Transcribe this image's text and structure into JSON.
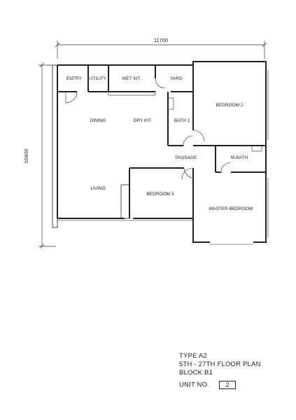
{
  "dimensions": {
    "width": "11700",
    "height": "10400"
  },
  "rooms": {
    "entry": "ENTRY",
    "utility": "UTILITY",
    "wet_kitchen": "WET KIT.",
    "yard": "YARD",
    "bedroom_2": "BEDROOM 2",
    "dining": "DINING",
    "dry_kitchen": "DRY KIT.",
    "bath_1": "BATH 1",
    "passage": "PASSAGE",
    "master_bath": "M.BATH",
    "living": "LIVING",
    "bedroom_3": "BEDROOM 3",
    "master_bedroom": "MASTER BEDROOM"
  },
  "info": {
    "type": "TYPE A2",
    "floors": "5TH - 27TH FLOOR PLAN",
    "block": "BLOCK B1",
    "unit_label": "UNIT NO.",
    "unit_number": "2"
  }
}
